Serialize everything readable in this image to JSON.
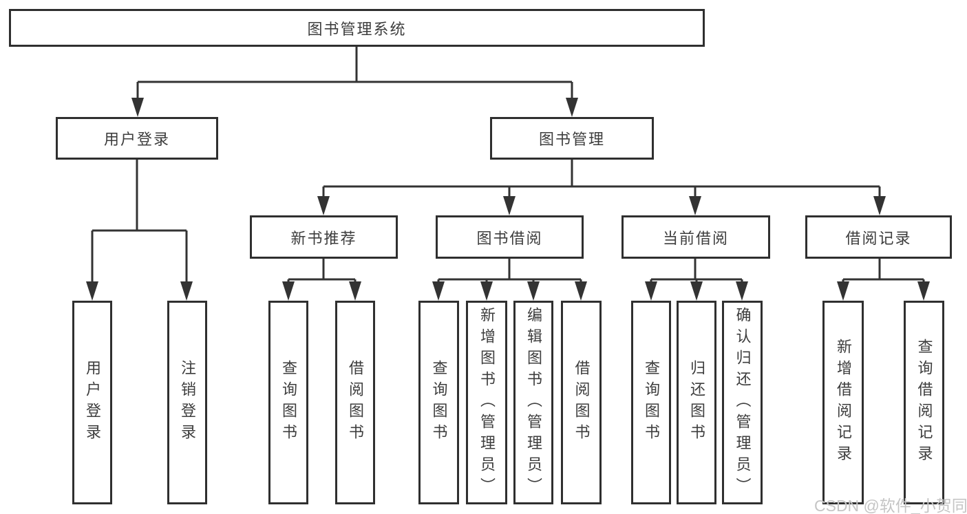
{
  "tree": {
    "label": "图书管理系统",
    "children": [
      {
        "label": "用户登录",
        "children": [
          {
            "label": "用户登录"
          },
          {
            "label": "注销登录"
          }
        ]
      },
      {
        "label": "图书管理",
        "children": [
          {
            "label": "新书推荐",
            "children": [
              {
                "label": "查询图书"
              },
              {
                "label": "借阅图书"
              }
            ]
          },
          {
            "label": "图书借阅",
            "children": [
              {
                "label": "查询图书"
              },
              {
                "label": "新增图书（管理员）"
              },
              {
                "label": "编辑图书（管理员）"
              },
              {
                "label": "借阅图书"
              }
            ]
          },
          {
            "label": "当前借阅",
            "children": [
              {
                "label": "查询图书"
              },
              {
                "label": "归还图书"
              },
              {
                "label": "确认归还（管理员）"
              }
            ]
          },
          {
            "label": "借阅记录",
            "children": [
              {
                "label": "新增借阅记录"
              },
              {
                "label": "查询借阅记录"
              }
            ]
          }
        ]
      }
    ]
  },
  "watermark": {
    "text": "CSDN @软件_小贺同学"
  },
  "colors": {
    "line_color": "#333333",
    "box_border": "#2f2f2f",
    "text_color": "#3d3d3d",
    "bg_color": "#ffffff",
    "watermark_color": "#c5c5c5"
  }
}
